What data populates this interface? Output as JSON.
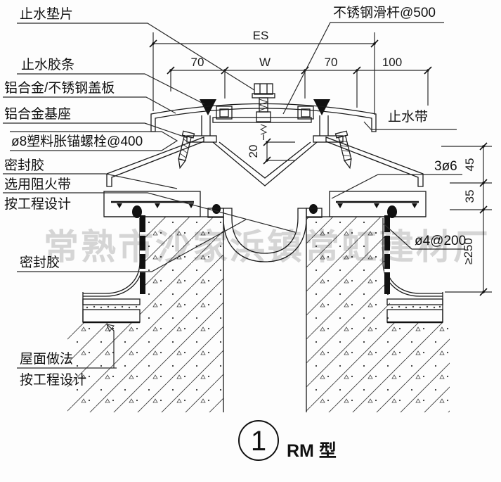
{
  "drawing_title": {
    "number": "1",
    "name": "RM 型"
  },
  "watermark": "常熟市沙家浜镇常虹建材厂",
  "labels": {
    "gasket": "止水垫片",
    "slide_rod": "不锈钢滑杆@500",
    "rubber_strip": "止水胶条",
    "cover_plate": "铝合金/不锈钢盖板",
    "base_seat": "铝合金基座",
    "anchor_bolt": "ø8塑料胀锚螺栓@400",
    "sealant_top": "密封胶",
    "fire_barrier_line1": "选用阻火带",
    "fire_barrier_line2": "按工程设计",
    "waterstop_band": "止水带",
    "sealant_lower": "密封胶",
    "roof_make_line1": "屋面做法",
    "roof_make_line2": "按工程设计"
  },
  "dimensions": {
    "es": "ES",
    "left_70": "70",
    "w": "W",
    "right_70": "70",
    "d_100": "100",
    "v_20": "20",
    "v_45": "45",
    "v_35": "35",
    "v_ge250": "≥250",
    "rebar": "3ø6",
    "mesh": "ø4@200"
  }
}
